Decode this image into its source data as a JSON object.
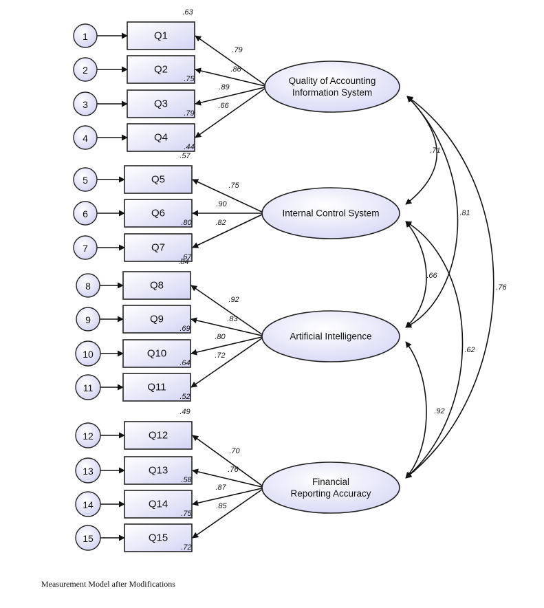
{
  "indicators": [
    {
      "label": "Q1",
      "error": "1",
      "r2": ".63",
      "loading": ".79"
    },
    {
      "label": "Q2",
      "error": "2",
      "r2": ".75",
      "loading": ".86"
    },
    {
      "label": "Q3",
      "error": "3",
      "r2": ".79",
      "loading": ".89"
    },
    {
      "label": "Q4",
      "error": "4",
      "r2": ".44",
      "loading": ".66"
    },
    {
      "label": "Q5",
      "error": "5",
      "r2": ".57",
      "loading": ".75"
    },
    {
      "label": "Q6",
      "error": "6",
      "r2": ".80",
      "loading": ".90"
    },
    {
      "label": "Q7",
      "error": "7",
      "r2": ".67",
      "loading": ".82"
    },
    {
      "label": "Q8",
      "error": "8",
      "r2": ".84",
      "loading": ".92"
    },
    {
      "label": "Q9",
      "error": "9",
      "r2": ".69",
      "loading": ".83"
    },
    {
      "label": "Q10",
      "error": "10",
      "r2": ".64",
      "loading": ".80"
    },
    {
      "label": "Q11",
      "error": "11",
      "r2": ".52",
      "loading": ".72"
    },
    {
      "label": "Q12",
      "error": "12",
      "r2": ".49",
      "loading": ".70"
    },
    {
      "label": "Q13",
      "error": "13",
      "r2": ".58",
      "loading": ".76"
    },
    {
      "label": "Q14",
      "error": "14",
      "r2": ".75",
      "loading": ".87"
    },
    {
      "label": "Q15",
      "error": "15",
      "r2": ".72",
      "loading": ".85"
    }
  ],
  "latents": [
    {
      "lines": [
        "Quality of Accounting",
        "Information System"
      ]
    },
    {
      "lines": [
        "Internal Control System"
      ]
    },
    {
      "lines": [
        "Artificial Intelligence"
      ]
    },
    {
      "lines": [
        "Financial",
        "Reporting Accuracy"
      ]
    }
  ],
  "correlations": [
    {
      "pair": [
        "Quality of Accounting Information System",
        "Internal Control System"
      ],
      "value": ".71"
    },
    {
      "pair": [
        "Quality of Accounting Information System",
        "Artificial Intelligence"
      ],
      "value": ".81"
    },
    {
      "pair": [
        "Quality of Accounting Information System",
        "Financial Reporting Accuracy"
      ],
      "value": ".76"
    },
    {
      "pair": [
        "Internal Control System",
        "Artificial Intelligence"
      ],
      "value": ".66"
    },
    {
      "pair": [
        "Internal Control System",
        "Financial Reporting Accuracy"
      ],
      "value": ".62"
    },
    {
      "pair": [
        "Artificial Intelligence",
        "Financial Reporting Accuracy"
      ],
      "value": ".92"
    }
  ],
  "caption": "Measurement Model after Modifications"
}
